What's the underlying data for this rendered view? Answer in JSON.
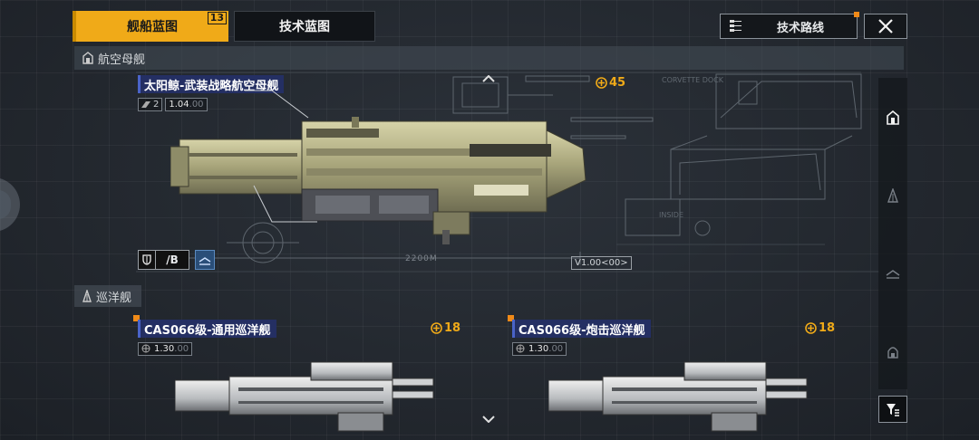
{
  "tabs": [
    {
      "label": "舰船蓝图",
      "badge": "13"
    },
    {
      "label": "技术蓝图"
    }
  ],
  "route_button": {
    "label": "技术路线"
  },
  "sections": [
    {
      "label": "航空母舰"
    },
    {
      "label": "巡洋舰"
    }
  ],
  "carrier": {
    "name": "太阳鲸-武装战略航空母舰",
    "tier": "2",
    "version": "1.04",
    "version_suffix": ".00",
    "cost": "45",
    "stat": "/B",
    "build_version": "V1.00<00>",
    "length_label": "2200M"
  },
  "cruisers": [
    {
      "name": "CAS066级-通用巡洋舰",
      "version": "1.30",
      "version_suffix": ".00",
      "cost": "18"
    },
    {
      "name": "CAS066级-炮击巡洋舰",
      "version": "1.30",
      "version_suffix": ".00",
      "cost": "18"
    }
  ],
  "schematic_labels": {
    "corvette_dock": "CORVETTE DOCK",
    "inside": "INSIDE"
  },
  "colors": {
    "accent": "#f0aa18",
    "name_bar": "#242f63",
    "background": "#22272e"
  },
  "icons": {
    "carrier_section": "carrier-icon",
    "cruiser_section": "cruiser-icon",
    "cost": "resource-icon",
    "close": "close-icon",
    "route": "tech-route-icon",
    "filter": "filter-icon"
  }
}
